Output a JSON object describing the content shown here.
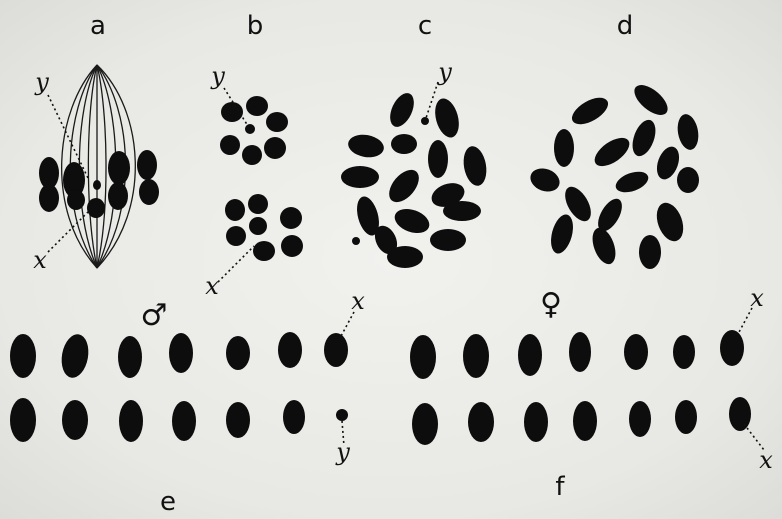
{
  "panels": {
    "a": {
      "label": "a",
      "marker_y": "y",
      "marker_x": "x"
    },
    "b": {
      "label": "b",
      "marker_y": "y",
      "marker_x": "x"
    },
    "c": {
      "label": "c",
      "marker_y": "y"
    },
    "d": {
      "label": "d"
    },
    "e": {
      "label": "e",
      "sex_symbol": "♂",
      "marker_x": "x",
      "marker_y": "y"
    },
    "f": {
      "label": "f",
      "sex_symbol": "♀",
      "marker_x_top": "x",
      "marker_x_bottom": "x"
    }
  }
}
